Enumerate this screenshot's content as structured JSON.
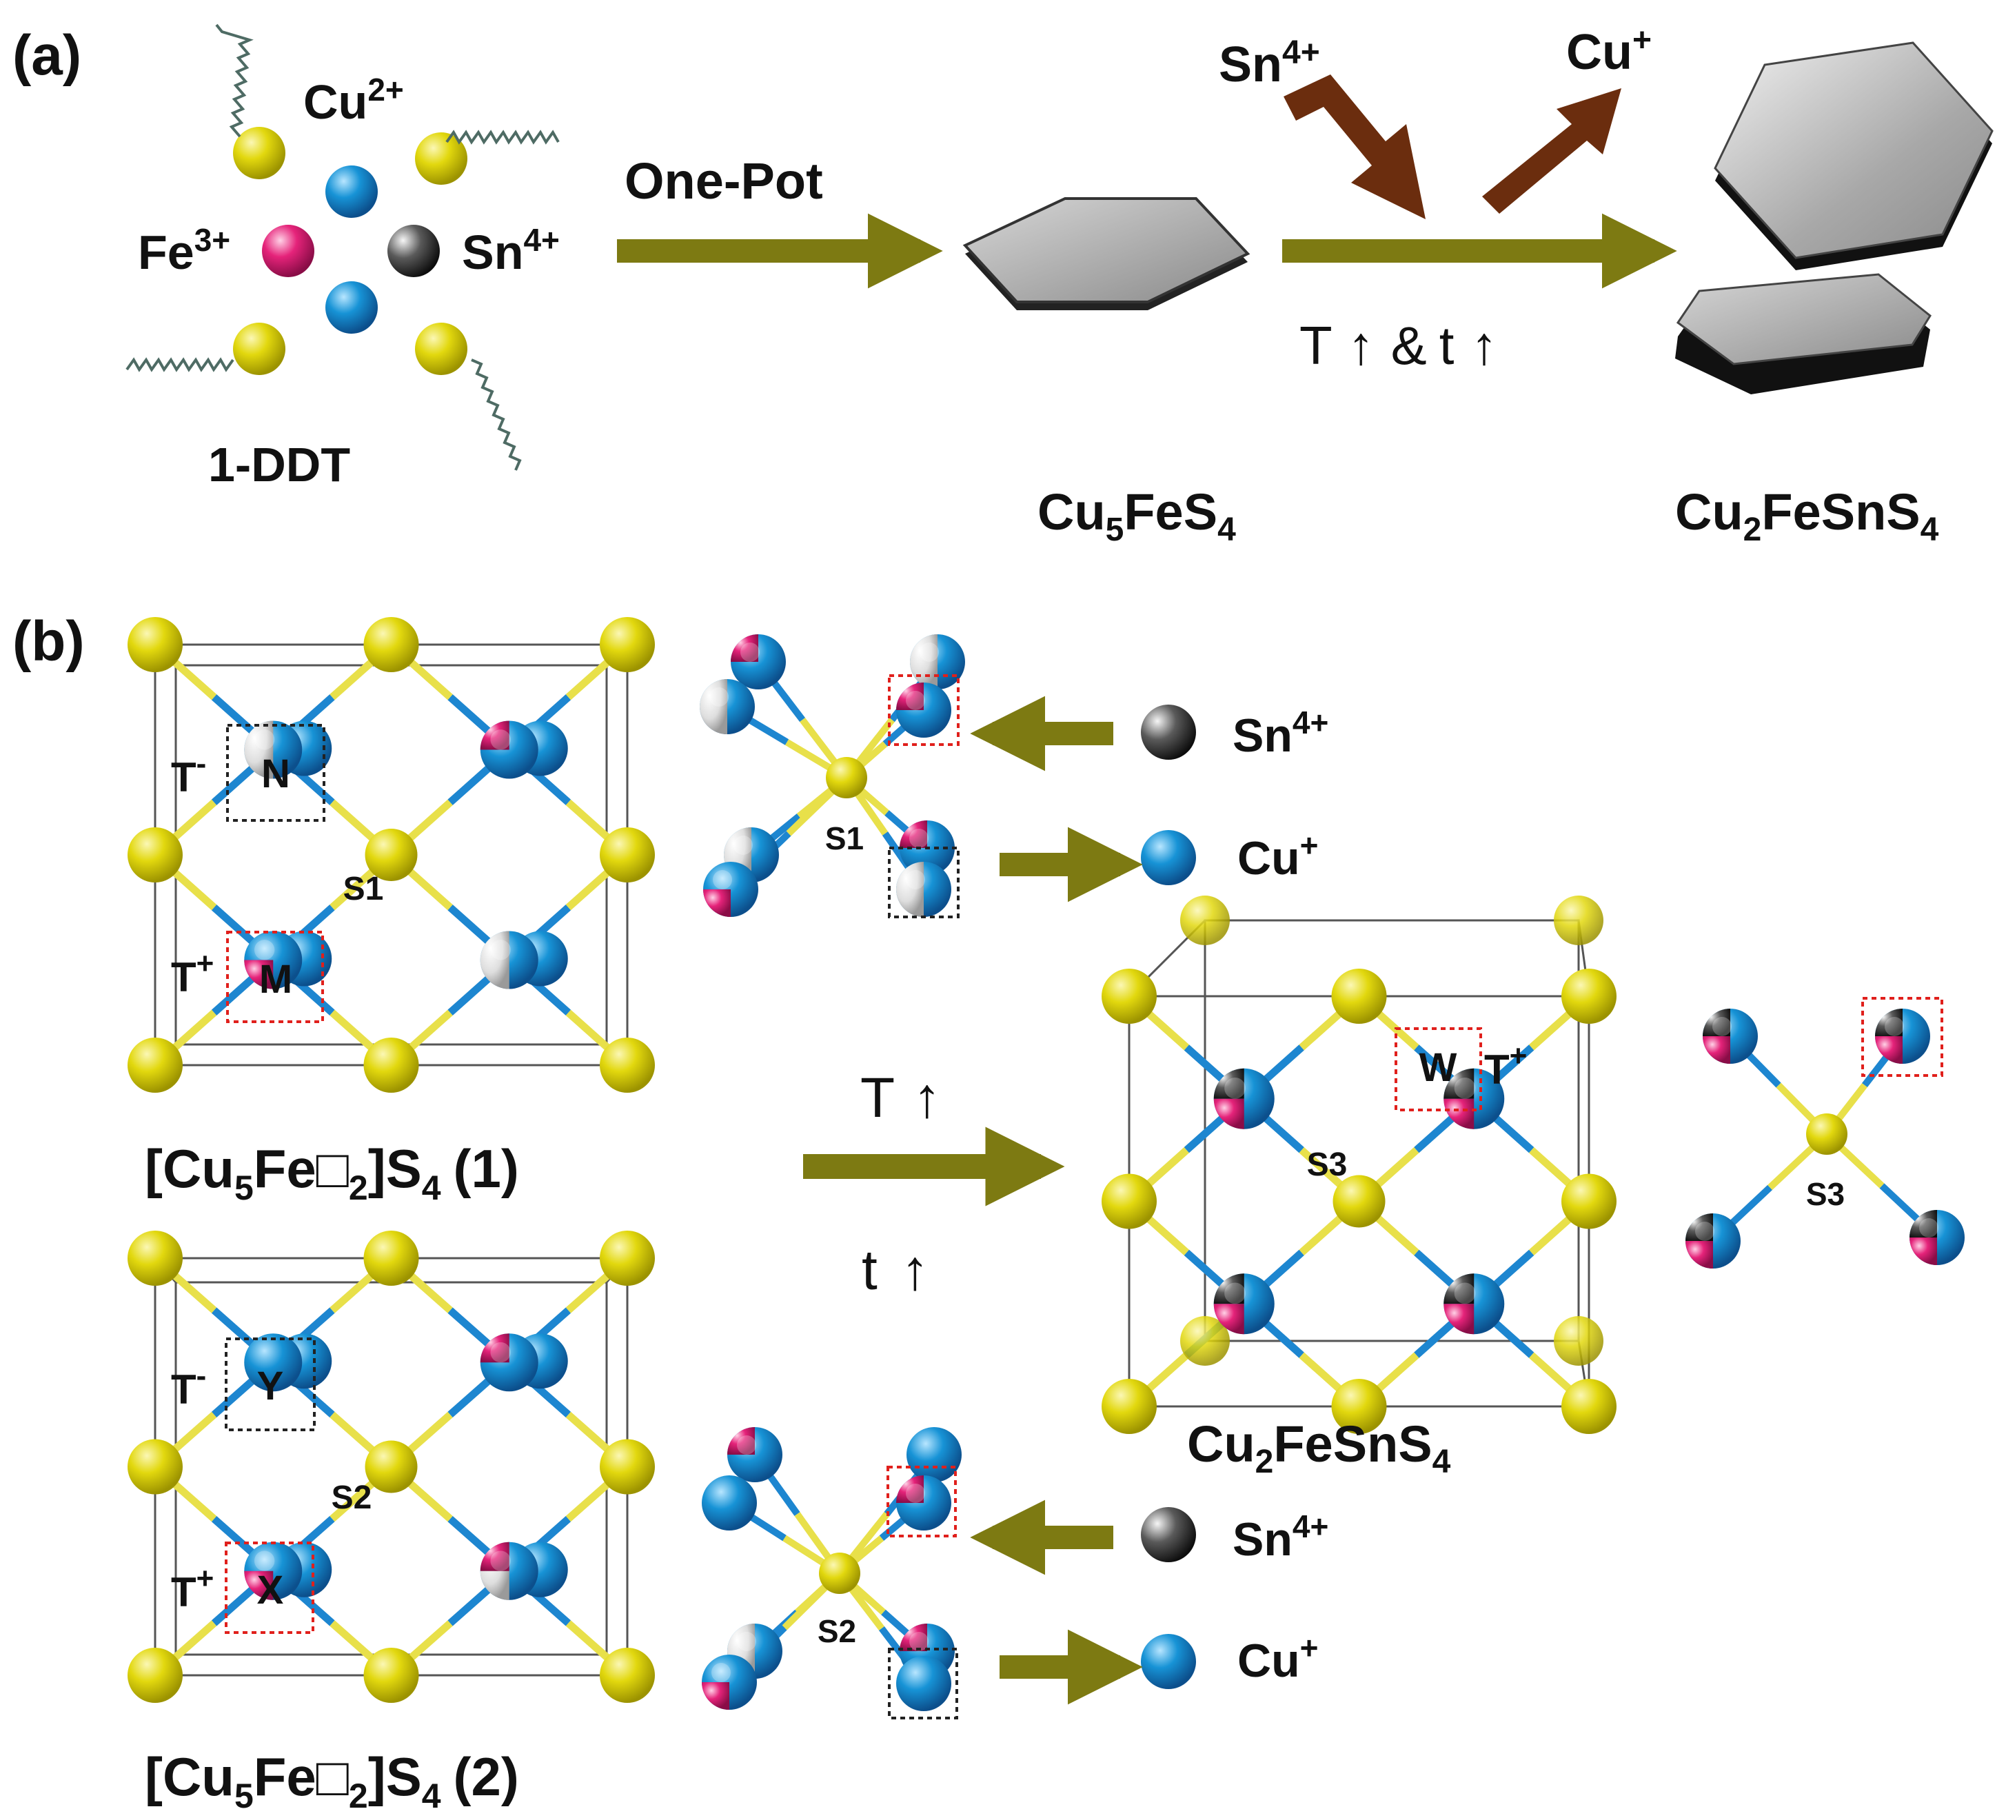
{
  "colors": {
    "arrow_olive": "#7d7a12",
    "arrow_brown": "#6b2d0e",
    "sulfur": "#e2d80e",
    "copper": "#1793d6",
    "iron": "#e5237a",
    "tin": "#333333",
    "vacancy": "#d9d9d9",
    "plate": "#9e9e9e",
    "box_red": "#e0201c",
    "box_black": "#222222"
  },
  "panel_a": {
    "label": "(a)",
    "precursors": {
      "cu": {
        "main": "Cu",
        "sup": "2+"
      },
      "fe": {
        "main": "Fe",
        "sup": "3+"
      },
      "sn": {
        "main": "Sn",
        "sup": "4+"
      },
      "ligand": "1-DDT"
    },
    "step1_label": "One-Pot",
    "intermediate": {
      "main": "Cu",
      "sub1": "5",
      "mid": "FeS",
      "sub2": "4"
    },
    "step2": {
      "in": {
        "main": "Sn",
        "sup": "4+"
      },
      "out": {
        "main": "Cu",
        "sup": "+"
      },
      "cond_T": "T",
      "cond_amp": "&",
      "cond_t": "t",
      "up_glyph": "↑"
    },
    "product": {
      "main": "Cu",
      "sub1": "2",
      "mid": "FeSnS",
      "sub2": "4"
    }
  },
  "panel_b": {
    "label": "(b)",
    "struct1": {
      "caption": {
        "open": "[Cu",
        "s5": "5",
        "fe": "Fe",
        "box": "□",
        "s2": "2",
        "close": "]S",
        "s4": "4",
        "tag": "(1)"
      },
      "site_minus": {
        "t": "T",
        "sup": "-",
        "letter": "N"
      },
      "site_plus": {
        "t": "T",
        "sup": "+",
        "letter": "M"
      },
      "sulfur": "S1"
    },
    "struct2": {
      "caption": {
        "open": "[Cu",
        "s5": "5",
        "fe": "Fe",
        "box": "□",
        "s2": "2",
        "close": "]S",
        "s4": "4",
        "tag": "(2)"
      },
      "site_minus": {
        "t": "T",
        "sup": "-",
        "letter": "Y"
      },
      "site_plus": {
        "t": "T",
        "sup": "+",
        "letter": "X"
      },
      "sulfur": "S2"
    },
    "product": {
      "caption": {
        "main": "Cu",
        "sub1": "2",
        "mid": "FeSnS",
        "sub2": "4"
      },
      "site": {
        "letter": "W",
        "t": "T",
        "sup": "+"
      },
      "sulfur": "S3"
    },
    "tetra_s1": "S1",
    "tetra_s2": "S2",
    "tetra_s3": "S3",
    "legend": {
      "sn": {
        "main": "Sn",
        "sup": "4+"
      },
      "cu": {
        "main": "Cu",
        "sup": "+"
      }
    },
    "cond_T": "T",
    "cond_t": "t",
    "up_glyph": "↑"
  }
}
